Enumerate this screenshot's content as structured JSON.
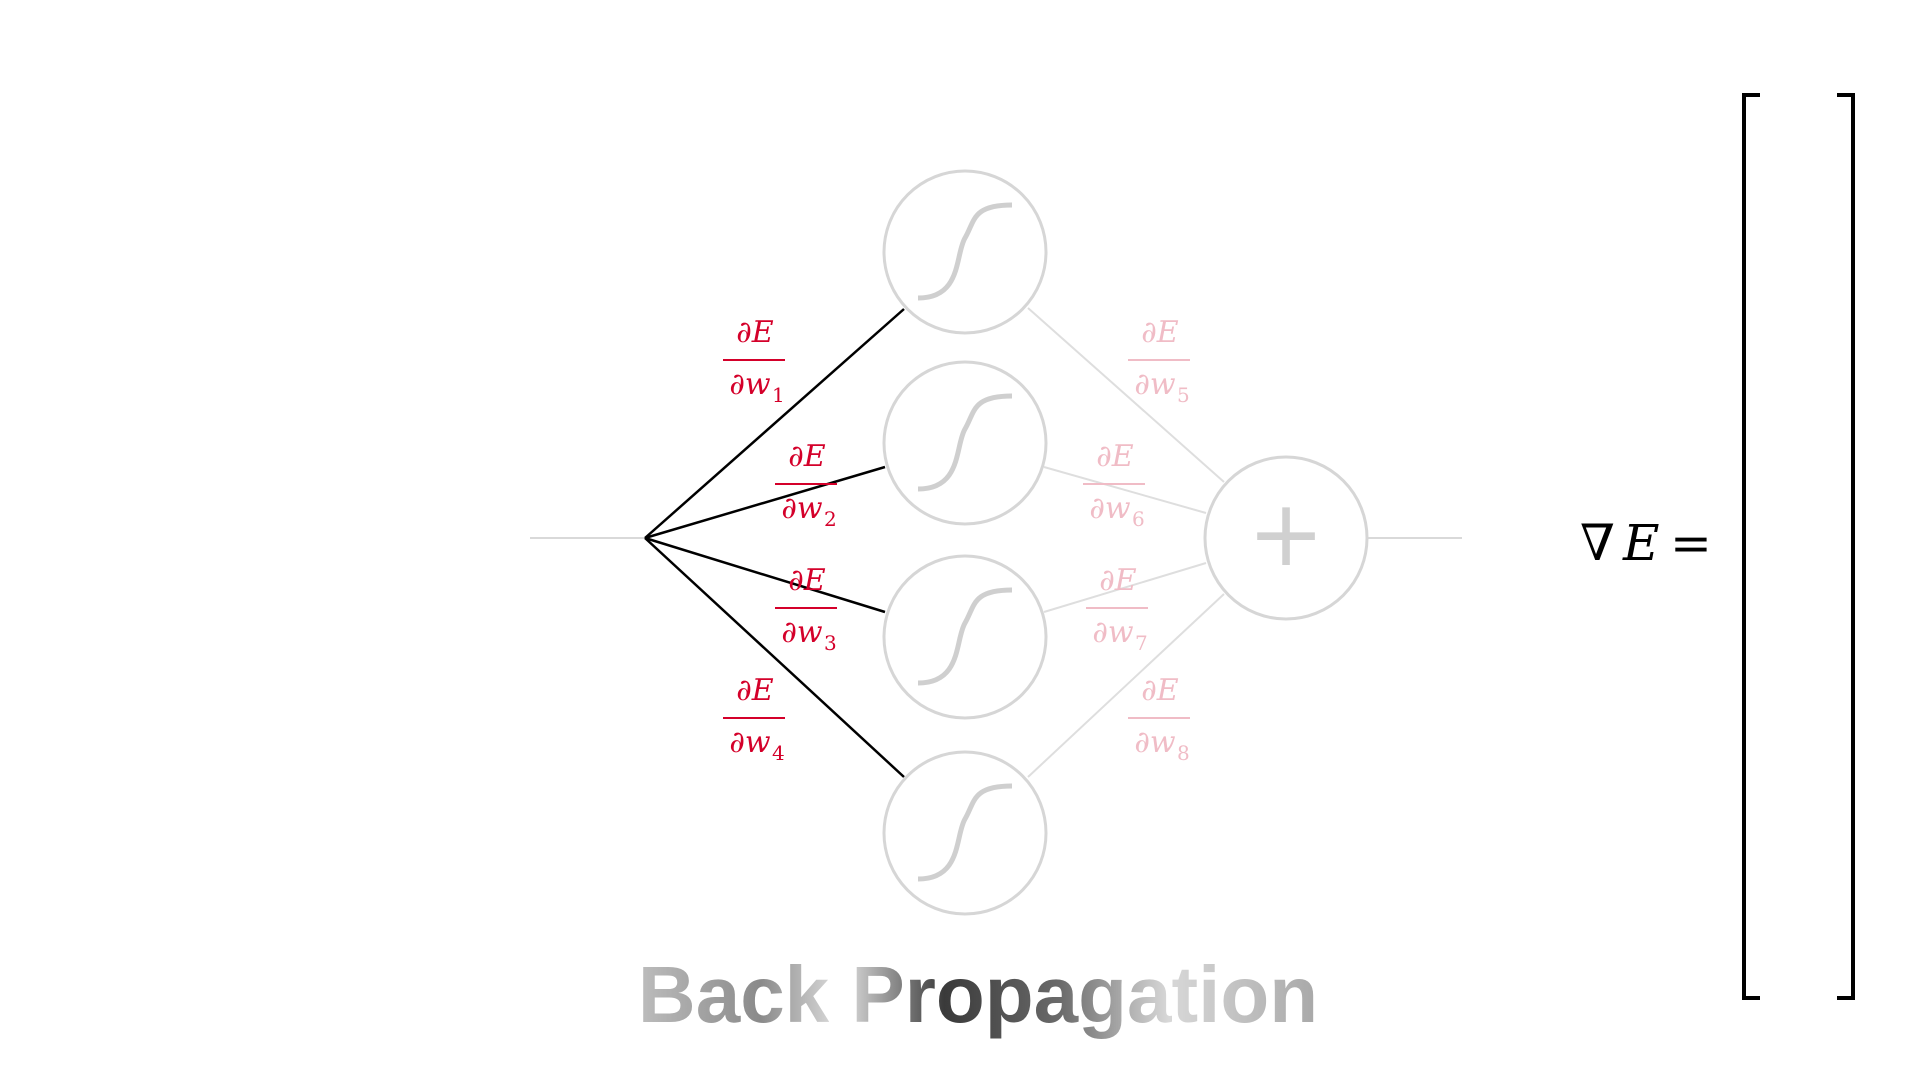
{
  "colors": {
    "active": "#d4002a",
    "faded": "#f0bcc6",
    "line_active": "#000000",
    "line_faded": "#d9d9d9",
    "node_stroke": "#d6d6d6"
  },
  "nodes": {
    "hidden_icon": "sigmoid-icon",
    "output_symbol": "+"
  },
  "gradients": [
    {
      "numerator": "∂E",
      "denominator": "∂w",
      "index": "1",
      "active": true
    },
    {
      "numerator": "∂E",
      "denominator": "∂w",
      "index": "2",
      "active": true
    },
    {
      "numerator": "∂E",
      "denominator": "∂w",
      "index": "3",
      "active": true
    },
    {
      "numerator": "∂E",
      "denominator": "∂w",
      "index": "4",
      "active": true
    },
    {
      "numerator": "∂E",
      "denominator": "∂w",
      "index": "5",
      "active": false
    },
    {
      "numerator": "∂E",
      "denominator": "∂w",
      "index": "6",
      "active": false
    },
    {
      "numerator": "∂E",
      "denominator": "∂w",
      "index": "7",
      "active": false
    },
    {
      "numerator": "∂E",
      "denominator": "∂w",
      "index": "8",
      "active": false
    }
  ],
  "equation": {
    "nabla": "∇",
    "symbol": "E",
    "equals": "="
  },
  "title": "Back Propagation"
}
